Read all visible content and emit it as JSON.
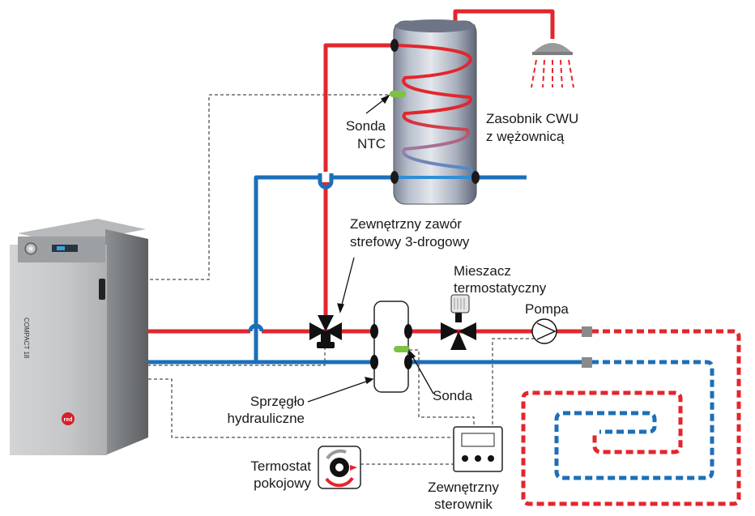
{
  "labels": {
    "tank_line1": "Zasobnik CWU",
    "tank_line2": "z wężownicą",
    "ntc_line1": "Sonda",
    "ntc_line2": "NTC",
    "valve_line1": "Zewnętrzny zawór",
    "valve_line2": "strefowy 3-drogowy",
    "mixer_line1": "Mieszacz",
    "mixer_line2": "termostatyczny",
    "pump": "Pompa",
    "probe": "Sonda",
    "coupler_line1": "Sprzęgło",
    "coupler_line2": "hydrauliczne",
    "thermostat_line1": "Termostat",
    "thermostat_line2": "pokojowy",
    "controller_line1": "Zewnętrzny",
    "controller_line2": "sterownik",
    "boiler_model": "COMPACT 18",
    "boiler_brand": "red"
  },
  "colors": {
    "supply": "#e3262d",
    "return": "#1c6fb8",
    "signal": "#222222",
    "sensor": "#7dc242",
    "boiler_body": "#7a7d80",
    "boiler_panel": "#c9cbcc",
    "tank_body": "#9ea5b4",
    "grey_port": "#8a8a8a"
  },
  "icons": {
    "shower": "shower-icon",
    "pump": "pump-icon",
    "valve": "three-way-valve-icon",
    "mixer": "thermostatic-mixer-icon",
    "thermostat": "room-thermostat-icon",
    "controller": "controller-icon"
  }
}
